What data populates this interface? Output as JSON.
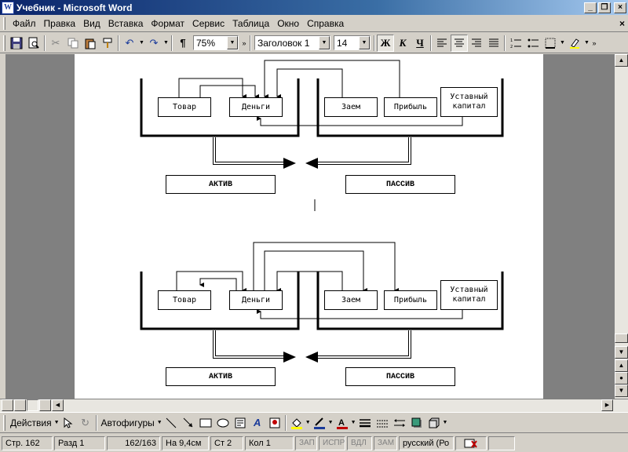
{
  "window": {
    "title": "Учебник - Microsoft Word",
    "app_letter": "W"
  },
  "menu": {
    "items": [
      "Файл",
      "Правка",
      "Вид",
      "Вставка",
      "Формат",
      "Сервис",
      "Таблица",
      "Окно",
      "Справка"
    ],
    "close_glyph": "×"
  },
  "toolbar": {
    "zoom": "75%",
    "style": "Заголовок 1",
    "font_size": "14",
    "bold": "Ж",
    "italic": "К",
    "underline": "Ч",
    "pilcrow": "¶"
  },
  "diagrams": [
    {
      "assets": {
        "goods": "Товар",
        "money": "Деньги",
        "label": "АКТИВ"
      },
      "liabilities": {
        "loan": "Заем",
        "profit": "Прибыль",
        "capital": "Уставный капитал",
        "label": "ПАССИВ"
      }
    },
    {
      "assets": {
        "goods": "Товар",
        "money": "Деньги",
        "label": "АКТИВ"
      },
      "liabilities": {
        "loan": "Заем",
        "profit": "Прибыль",
        "capital": "Уставный капитал",
        "label": "ПАССИВ"
      }
    }
  ],
  "drawbar": {
    "actions": "Действия",
    "autoshapes": "Автофигуры"
  },
  "status": {
    "page": "Стр. 162",
    "section": "Разд 1",
    "pages": "162/163",
    "at": "На 9,4см",
    "line": "Ст 2",
    "col": "Кол 1",
    "rec": "ЗАП",
    "trk": "ИСПР",
    "ext": "ВДЛ",
    "ovr": "ЗАМ",
    "lang": "русский (Ро"
  }
}
